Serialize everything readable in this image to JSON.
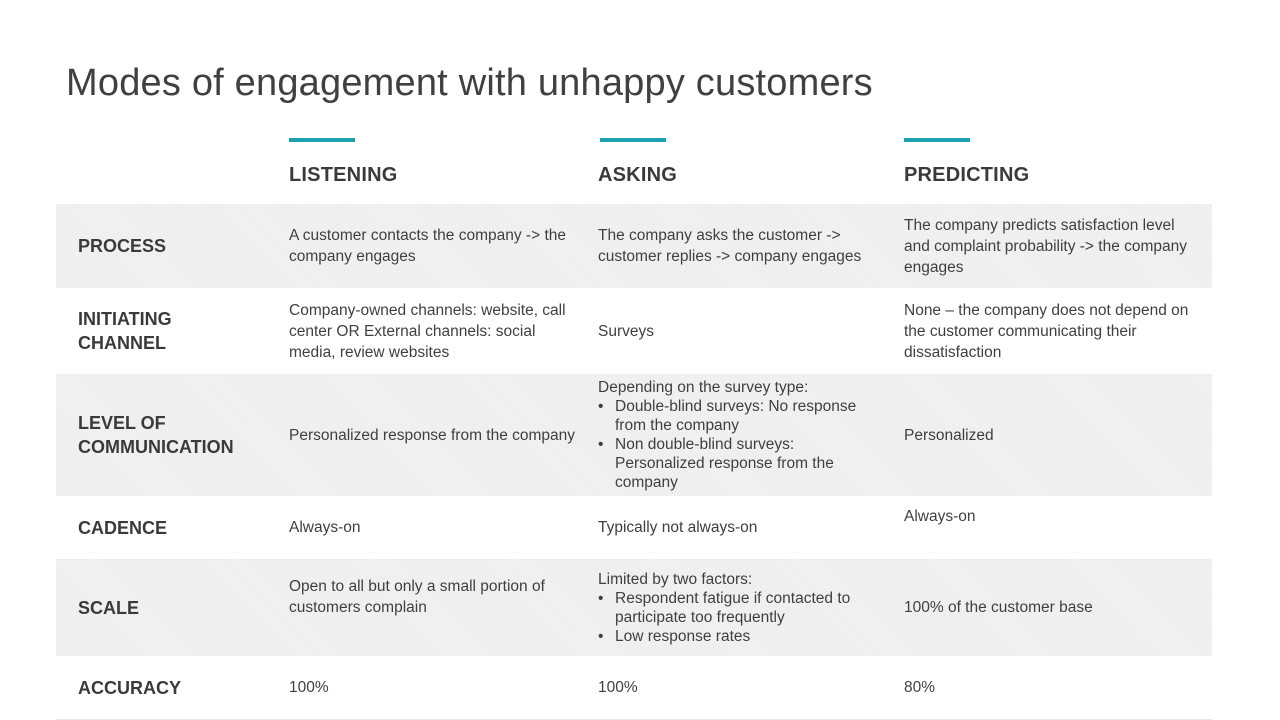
{
  "title": "Modes of engagement with unhappy customers",
  "columns": [
    "LISTENING",
    "ASKING",
    "PREDICTING"
  ],
  "accent_color": "#1ba3b3",
  "rows": [
    {
      "label": "PROCESS",
      "listening": "A customer contacts the company -> the company engages",
      "asking": "The company asks the customer -> customer replies -> company engages",
      "predicting": "The company predicts satisfaction level and complaint probability -> the company engages"
    },
    {
      "label": "INITIATING CHANNEL",
      "listening": "Company-owned channels: website, call center OR External channels: social media, review websites",
      "asking": "Surveys",
      "predicting": "None – the company does not depend on the customer communicating their dissatisfaction"
    },
    {
      "label": "LEVEL OF COMMUNICATION",
      "listening": "Personalized response from the company",
      "asking_intro": "Depending on the survey type:",
      "asking_bullets": [
        "Double-blind surveys: No response from the company",
        "Non double-blind surveys: Personalized response from the company"
      ],
      "predicting": "Personalized"
    },
    {
      "label": "CADENCE",
      "listening": "Always-on",
      "asking": "Typically not always-on",
      "predicting": "Always-on"
    },
    {
      "label": "SCALE",
      "listening": "Open to all but only a small portion of customers complain",
      "asking_intro": "Limited by two factors:",
      "asking_bullets": [
        "Respondent fatigue if contacted to participate too frequently",
        "Low response rates"
      ],
      "predicting": "100% of the customer base"
    },
    {
      "label": "ACCURACY",
      "listening": "100%",
      "asking": "100%",
      "predicting": "80%"
    }
  ]
}
